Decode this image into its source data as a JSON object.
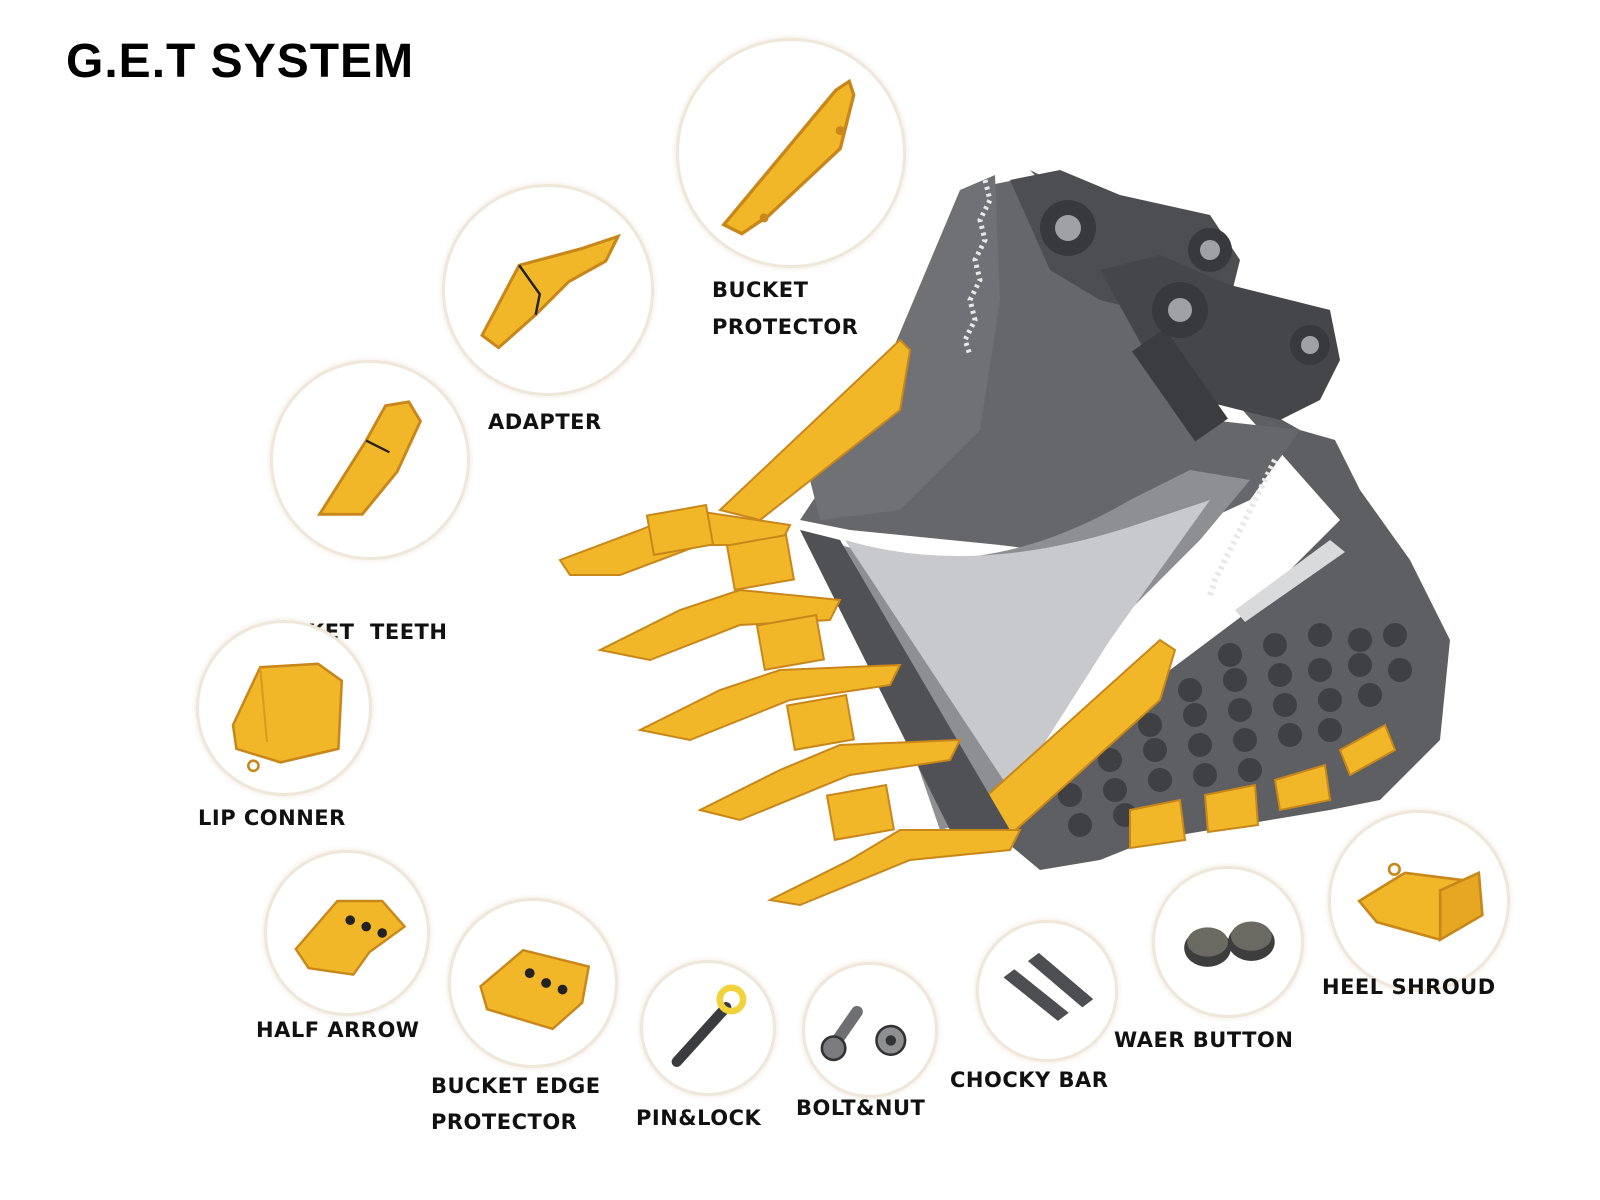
{
  "title": "G.E.T SYSTEM",
  "colors": {
    "accent": "#f2b629",
    "accent_dark": "#c8871a",
    "steel": "#6e6f72",
    "steel_light": "#b4b6b9"
  },
  "components": [
    {
      "id": "bucket-protector",
      "lines": [
        "BUCKET",
        "PROTECTOR"
      ],
      "icon": "bucket-protector-icon"
    },
    {
      "id": "adapter",
      "lines": [
        "ADAPTER"
      ],
      "icon": "adapter-icon"
    },
    {
      "id": "bucket-teeth",
      "lines": [
        "BUCKET  TEETH"
      ],
      "icon": "bucket-tooth-icon"
    },
    {
      "id": "lip-conner",
      "lines": [
        "LIP CONNER"
      ],
      "icon": "lip-corner-icon"
    },
    {
      "id": "half-arrow",
      "lines": [
        "HALF ARROW"
      ],
      "icon": "half-arrow-icon"
    },
    {
      "id": "bucket-edge-protector",
      "lines": [
        "BUCKET EDGE",
        "PROTECTOR"
      ],
      "icon": "edge-protector-icon"
    },
    {
      "id": "pin-lock",
      "lines": [
        "PIN&LOCK"
      ],
      "icon": "pin-lock-icon"
    },
    {
      "id": "bolt-nut",
      "lines": [
        "BOLT&NUT"
      ],
      "icon": "bolt-nut-icon"
    },
    {
      "id": "chocky-bar",
      "lines": [
        "CHOCKY BAR"
      ],
      "icon": "chocky-bar-icon"
    },
    {
      "id": "waer-button",
      "lines": [
        "WAER BUTTON"
      ],
      "icon": "wear-button-icon"
    },
    {
      "id": "heel-shroud",
      "lines": [
        "HEEL SHROUD"
      ],
      "icon": "heel-shroud-icon"
    }
  ],
  "main_image": "excavator-bucket-icon"
}
